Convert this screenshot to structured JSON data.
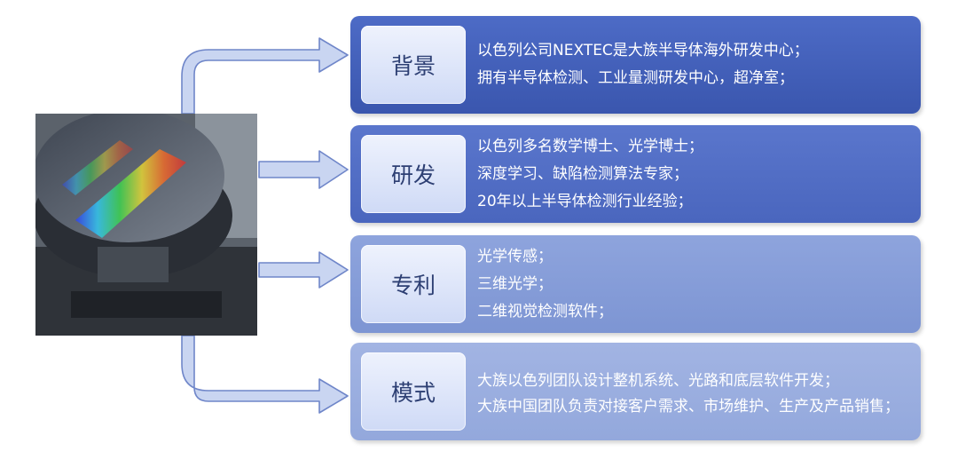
{
  "panels": [
    {
      "label": "背景",
      "lines": [
        "以色列公司NEXTEC是大族半导体海外研发中心；",
        "拥有半导体检测、工业量测研发中心，超净室；"
      ]
    },
    {
      "label": "研发",
      "lines": [
        "以色列多名数学博士、光学博士；",
        "深度学习、缺陷检测算法专家；",
        "20年以上半导体检测行业经验；"
      ]
    },
    {
      "label": "专利",
      "lines": [
        "光学传感；",
        "三维光学；",
        "二维视觉检测软件；"
      ]
    },
    {
      "label": "模式",
      "lines": [
        "大族以色列团队设计整机系统、光路和底层软件开发；",
        "大族中国团队负责对接客户需求、市场维护、生产及产品销售；"
      ]
    }
  ],
  "colors": {
    "panel_dark": "#3a56ae",
    "panel_light": "#93a8dc",
    "label_bg": "#dfe6fa",
    "arrow_fill": "#c9d5f1",
    "arrow_stroke": "#6f86c9"
  }
}
